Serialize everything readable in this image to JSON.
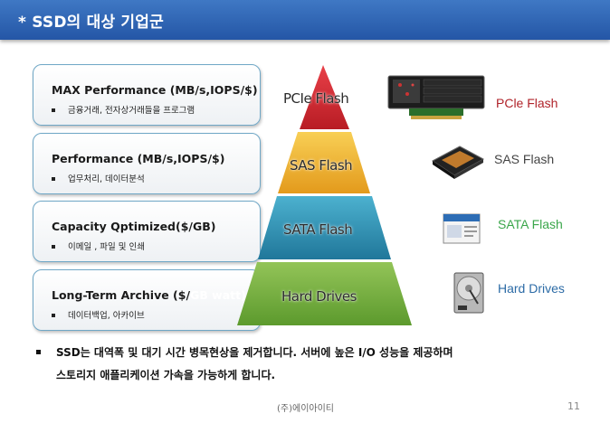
{
  "header": {
    "title": "* SSD의 대상 기업군"
  },
  "tiers": [
    {
      "title": "MAX Performance (MB/s,IOPS/$)",
      "desc": "금융거래, 전자상거래들을 프로그램"
    },
    {
      "title": "Performance (MB/s,IOPS/$)",
      "desc": "업무처리, 데이터분석"
    },
    {
      "title": "Capacity Qptimized($/GB)",
      "desc": "이메일 , 파일 및 인쇄"
    },
    {
      "title_main": "Long-Term Archive ($/",
      "title_hidden": "GB watt)",
      "desc": "데이터백업, 아카이브"
    }
  ],
  "pyramid": {
    "levels": [
      "PCIe Flash",
      "SAS Flash",
      "SATA Flash",
      "Hard Drives"
    ],
    "colors": [
      "#d32631",
      "#f2b230",
      "#2e95b7",
      "#74ad3f"
    ]
  },
  "products": [
    {
      "label": "PCle Flash",
      "color": "#b0232a",
      "icon": "pcie-card-icon"
    },
    {
      "label": "SAS Flash",
      "color": "#444444",
      "icon": "ssd-drive-icon"
    },
    {
      "label": "SATA Flash",
      "color": "#3aa64a",
      "icon": "sata-ssd-icon"
    },
    {
      "label": "Hard Drives",
      "color": "#2c6ba6",
      "icon": "hard-drive-icon"
    }
  ],
  "summary": {
    "line1": "SSD는 대역폭 및 대기 시간 병목현상을 제거합니다. 서버에 높은 I/O 성능을 제공하며",
    "line2": "스토리지 애플리케이션 가속을 가능하게 합니다."
  },
  "footer": {
    "company": "(주)에이아이티",
    "page": "11"
  }
}
